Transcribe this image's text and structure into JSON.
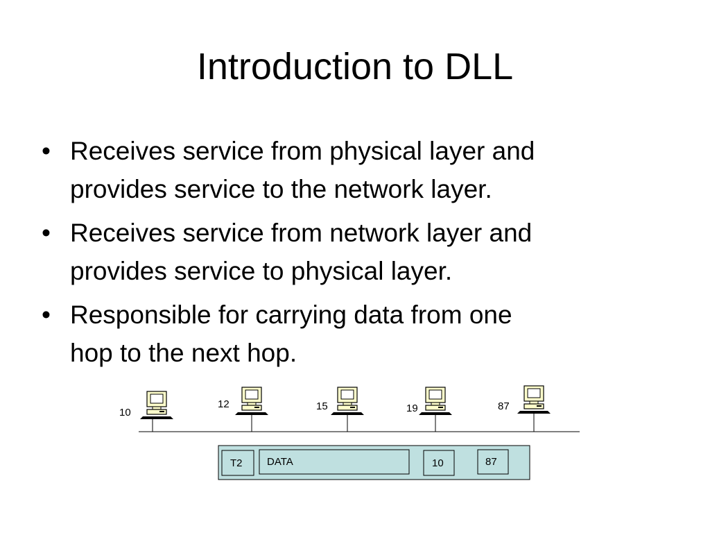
{
  "slide": {
    "title": "Introduction to DLL",
    "bullets": [
      {
        "mark": "•",
        "lines": [
          "Receives service from physical layer and",
          "provides service to the network layer."
        ]
      },
      {
        "mark": "•",
        "lines": [
          "Receives service from network layer and",
          "provides service to physical layer."
        ]
      },
      {
        "mark": "•",
        "lines": [
          "Responsible for carrying data from one",
          "hop to the next hop."
        ]
      }
    ]
  },
  "diagram": {
    "stations": [
      "10",
      "12",
      "15",
      "19",
      "87"
    ],
    "frame": {
      "fields": [
        "T2",
        "DATA",
        "10",
        "87"
      ],
      "fill": "#bfe0e0"
    },
    "computer_icon": "desktop-computer-icon"
  }
}
